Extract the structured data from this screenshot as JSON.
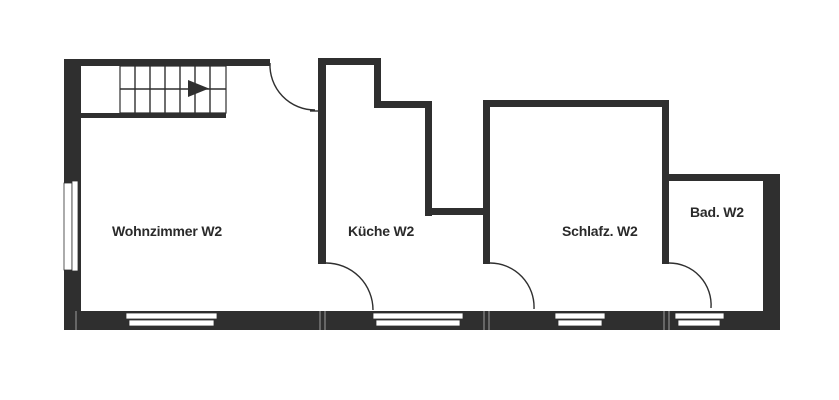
{
  "floor_plan": {
    "rooms": [
      {
        "id": "wohnzimmer",
        "label": "Wohnzimmer W2"
      },
      {
        "id": "kueche",
        "label": "Küche W2"
      },
      {
        "id": "schlafzimmer",
        "label": "Schlafz. W2"
      },
      {
        "id": "bad",
        "label": "Bad. W2"
      }
    ],
    "colors": {
      "wall": "#2f2f2f",
      "background": "#ffffff",
      "text": "#2a2a2a"
    }
  }
}
